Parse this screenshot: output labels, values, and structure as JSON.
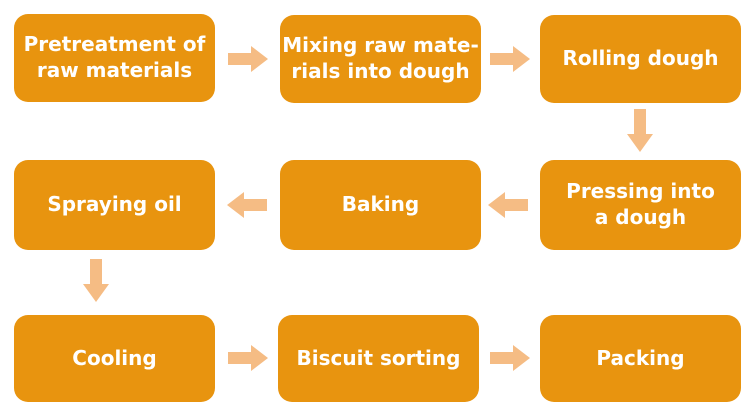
{
  "diagram": {
    "type": "flowchart",
    "steps": [
      {
        "order": 1,
        "row": 1,
        "col": 1,
        "label": "Pretreatment of\nraw materials"
      },
      {
        "order": 2,
        "row": 1,
        "col": 2,
        "label": "Mixing raw mate-\nrials into dough"
      },
      {
        "order": 3,
        "row": 1,
        "col": 3,
        "label": "Rolling dough"
      },
      {
        "order": 4,
        "row": 2,
        "col": 3,
        "label": "Pressing into\na dough"
      },
      {
        "order": 5,
        "row": 2,
        "col": 2,
        "label": "Baking"
      },
      {
        "order": 6,
        "row": 2,
        "col": 1,
        "label": "Spraying oil"
      },
      {
        "order": 7,
        "row": 3,
        "col": 1,
        "label": "Cooling"
      },
      {
        "order": 8,
        "row": 3,
        "col": 2,
        "label": "Biscuit sorting"
      },
      {
        "order": 9,
        "row": 3,
        "col": 3,
        "label": "Packing"
      }
    ],
    "arrows": [
      {
        "from": 1,
        "to": 2,
        "direction": "right"
      },
      {
        "from": 2,
        "to": 3,
        "direction": "right"
      },
      {
        "from": 3,
        "to": 4,
        "direction": "down"
      },
      {
        "from": 4,
        "to": 5,
        "direction": "left"
      },
      {
        "from": 5,
        "to": 6,
        "direction": "left"
      },
      {
        "from": 6,
        "to": 7,
        "direction": "down"
      },
      {
        "from": 7,
        "to": 8,
        "direction": "right"
      },
      {
        "from": 8,
        "to": 9,
        "direction": "right"
      }
    ]
  },
  "colors": {
    "box_fill": "#E8940F",
    "arrow_fill": "#F5BC84",
    "text": "#FFFFFF",
    "background": "#FFFFFF"
  }
}
